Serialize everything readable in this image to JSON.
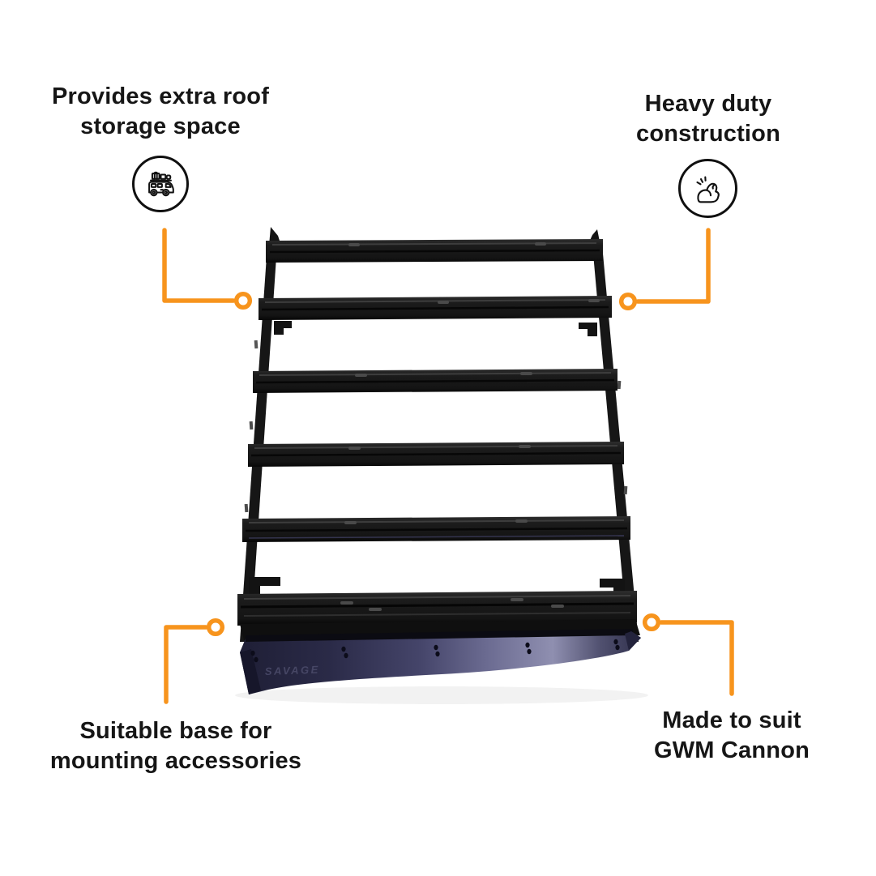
{
  "colors": {
    "accent": "#F7941D",
    "text": "#161616",
    "icon_stroke": "#111111",
    "rack_black": "#1c1c1c",
    "deflector_navy": "#3a3a5c"
  },
  "callouts": {
    "top_left": {
      "line1": "Provides extra roof",
      "line2": "storage space",
      "icon": "van-with-roof-luggage-icon"
    },
    "top_right": {
      "line1": "Heavy duty",
      "line2": "construction",
      "icon": "flexed-bicep-icon"
    },
    "bottom_left": {
      "line1": "Suitable base for",
      "line2": "mounting accessories"
    },
    "bottom_right": {
      "line1": "Made to suit",
      "line2": "GWM Cannon"
    }
  },
  "product": {
    "description": "Black flat platform roof rack with six cross bars and curved front wind deflector",
    "brand_emboss": "SAVAGE"
  }
}
